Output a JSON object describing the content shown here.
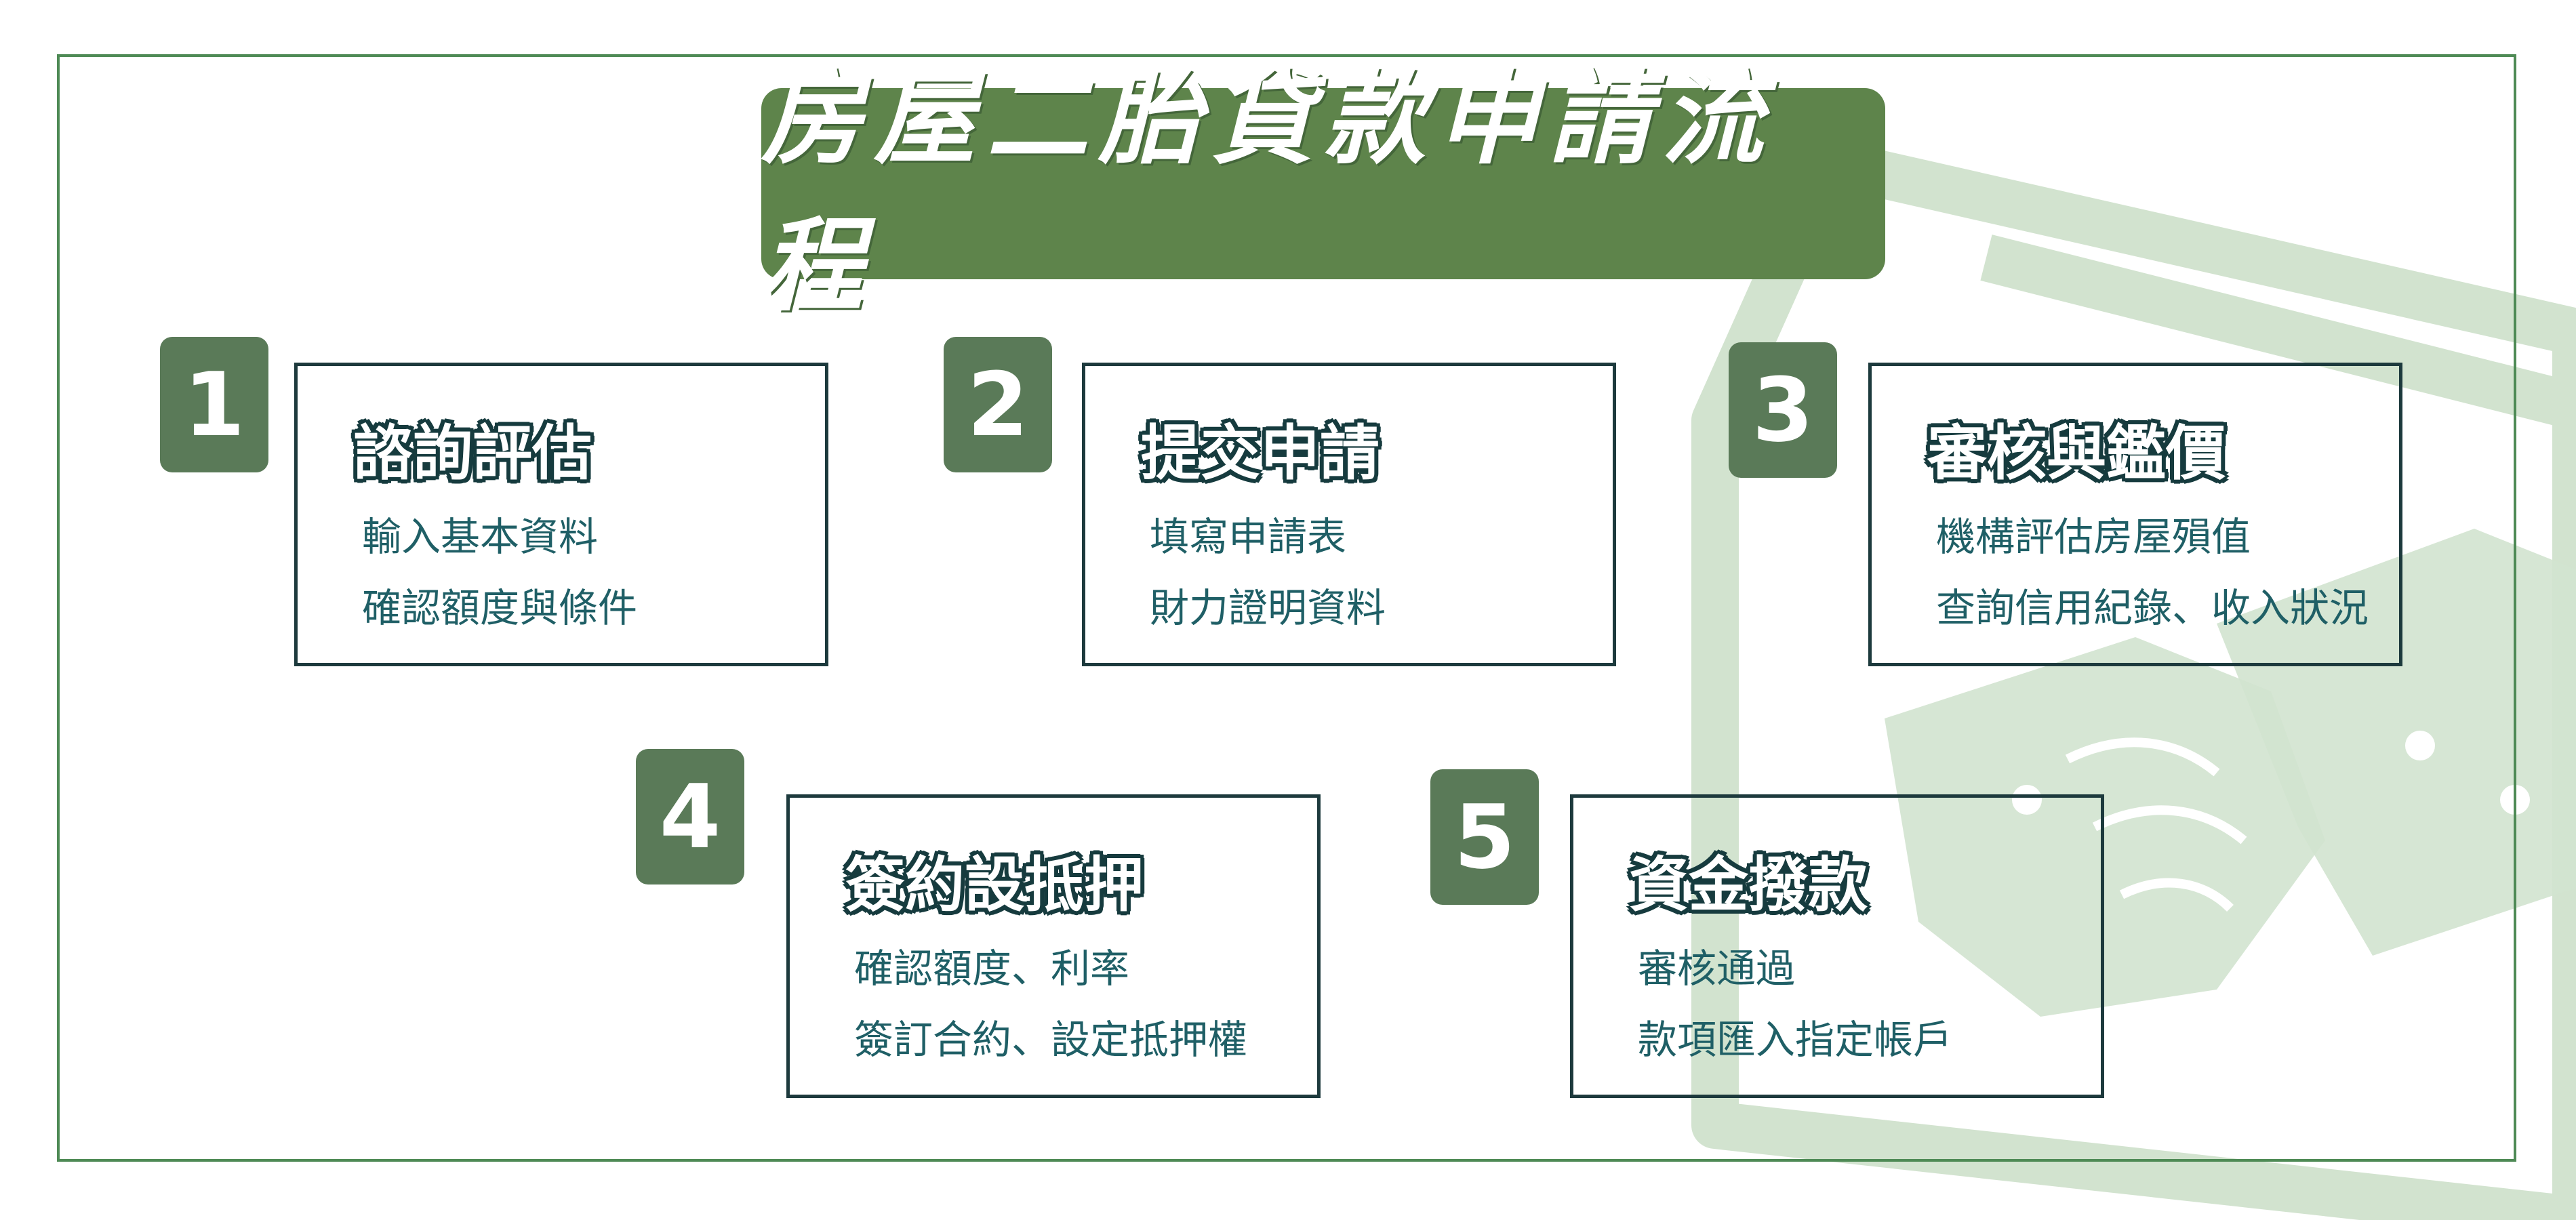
{
  "title": "房屋二胎貸款申請流程",
  "colors": {
    "banner": "#5e844b",
    "badge": "#5a7a58",
    "frame": "#4e8a55",
    "step_title": "#1d6e73",
    "step_text": "#1f5f66",
    "box_border": "#1d3a3d",
    "watermark": "#d2e3cf"
  },
  "watermark_icon": "house-handshake-icon",
  "steps": [
    {
      "number": "1",
      "title": "諮詢評估",
      "lines": [
        "輸入基本資料",
        "確認額度與條件"
      ]
    },
    {
      "number": "2",
      "title": "提交申請",
      "lines": [
        "填寫申請表",
        "財力證明資料"
      ]
    },
    {
      "number": "3",
      "title": "審核與鑑價",
      "lines": [
        "機構評估房屋殞值",
        "查詢信用紀錄、收入狀況"
      ]
    },
    {
      "number": "4",
      "title": "簽約設抵押",
      "lines": [
        "確認額度、利率",
        "簽訂合約、設定抵押權"
      ]
    },
    {
      "number": "5",
      "title": "資金撥款",
      "lines": [
        "審核通過",
        "款項匯入指定帳戶"
      ]
    }
  ]
}
